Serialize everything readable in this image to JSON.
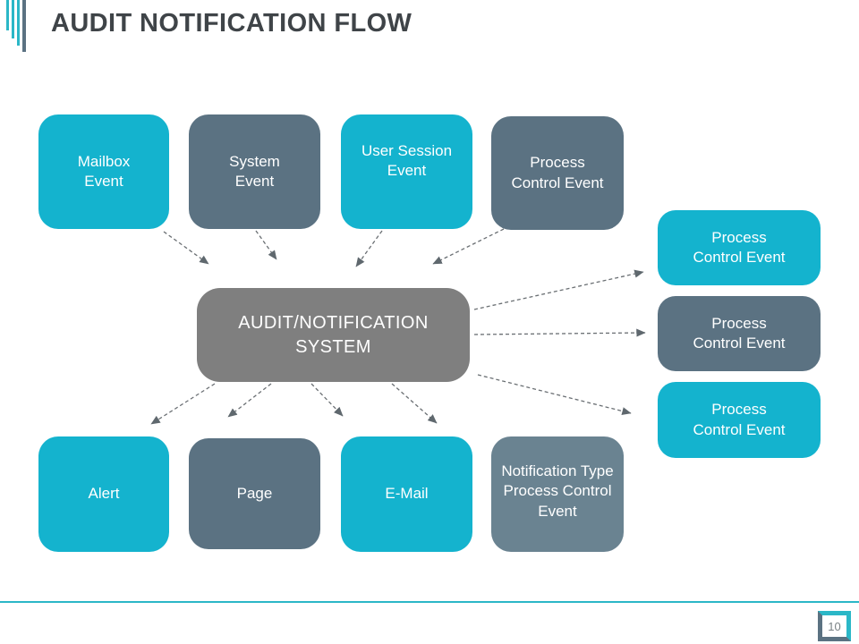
{
  "title": {
    "text": "AUDIT NOTIFICATION FLOW"
  },
  "colors": {
    "cyan": "#14b3ce",
    "slate": "#5b7282",
    "slate_light": "#6a8391",
    "center_gray": "#7f7f7f",
    "accent_teal": "#2bb7c7",
    "bar_gray": "#5b7282",
    "arrow": "#6a6f73",
    "title_text": "#3f4448",
    "page_number_text": "#7a8285"
  },
  "diagram": {
    "top_row": [
      {
        "label": "Mailbox Event",
        "color": "cyan"
      },
      {
        "label": "System Event",
        "color": "slate"
      },
      {
        "label": "User Session Event",
        "color": "cyan"
      },
      {
        "label": "Process Control Event",
        "color": "slate"
      }
    ],
    "center": {
      "label": "AUDIT/NOTIFICATION SYSTEM",
      "color": "center_gray"
    },
    "right_column": [
      {
        "label": "Process Control Event",
        "color": "cyan"
      },
      {
        "label": "Process Control Event",
        "color": "slate"
      },
      {
        "label": "Process Control Event",
        "color": "cyan"
      }
    ],
    "bottom_row": [
      {
        "label": "Alert",
        "color": "cyan"
      },
      {
        "label": "Page",
        "color": "slate"
      },
      {
        "label": "E-Mail",
        "color": "cyan"
      },
      {
        "label": "Notification Type Process Control Event",
        "color": "slate_light"
      }
    ]
  },
  "footer": {
    "page_number": "10"
  }
}
